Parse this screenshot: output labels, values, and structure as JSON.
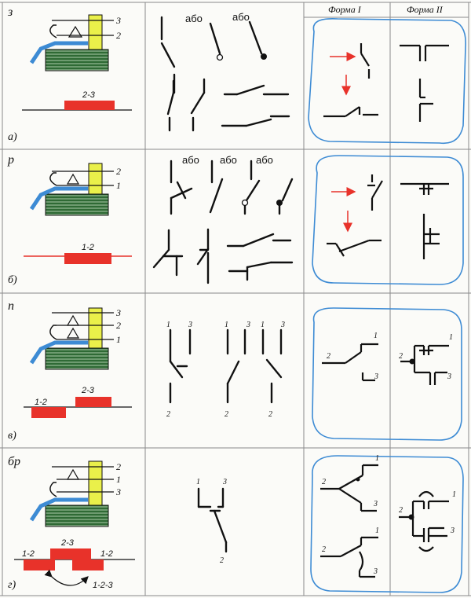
{
  "header": {
    "form1": "Форма I",
    "form2": "Форма II"
  },
  "alt_word": "або",
  "rows": [
    {
      "symbol": "з",
      "sub": "а)",
      "pins_top": [
        "3",
        "2"
      ],
      "bar": "2-3"
    },
    {
      "symbol": "р",
      "sub": "б)",
      "pins_top": [
        "2",
        "1"
      ],
      "bar": "1-2"
    },
    {
      "symbol": "п",
      "sub": "в)",
      "pins_top": [
        "3",
        "2",
        "1"
      ],
      "bars": [
        "1-2",
        "2-3"
      ],
      "terminals": [
        "1",
        "3",
        "2"
      ]
    },
    {
      "symbol": "бр",
      "sub": "г)",
      "pins_top": [
        "2",
        "1",
        "3"
      ],
      "bars": [
        "1-2",
        "2-3",
        "1-2"
      ],
      "cycle": "1-2-3",
      "terminals": [
        "1",
        "3",
        "2"
      ]
    }
  ],
  "colors": {
    "grid": "#8a8a8a",
    "blue": "#3d8bd4",
    "red": "#e8322a",
    "yellow": "#eaf04a",
    "green": "#2f6a35"
  }
}
